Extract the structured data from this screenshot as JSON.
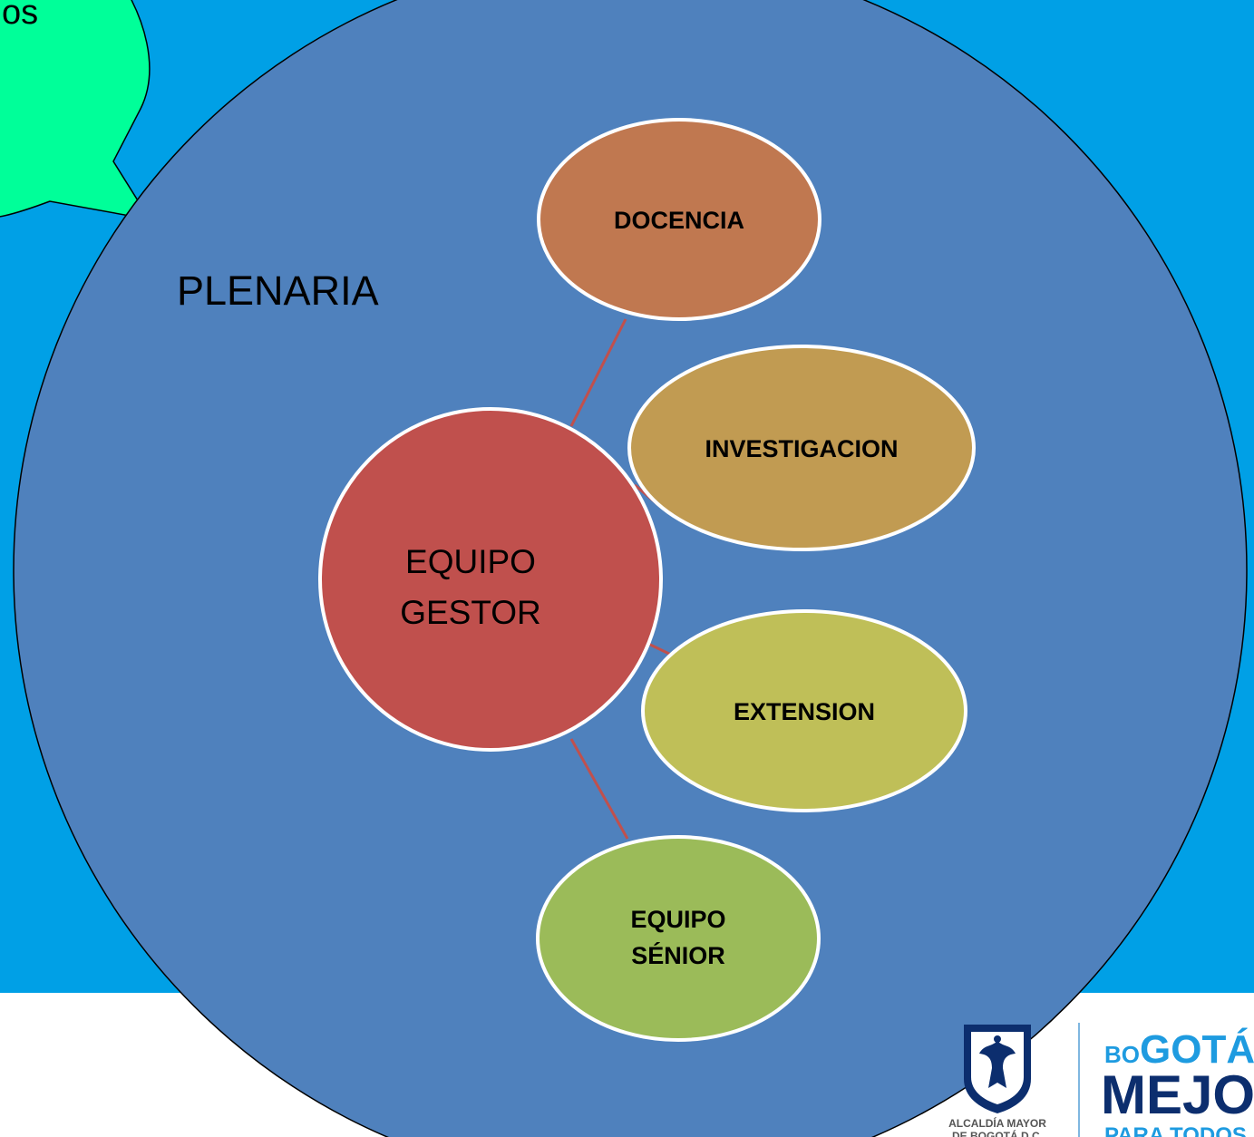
{
  "colors": {
    "background_blue": "#00A0E6",
    "white_band": "#FFFFFF",
    "plenaria_fill": "#4F81BD",
    "callout_fill": "#00FF99",
    "gestor_fill": "#C0504D",
    "docencia_fill": "#C07850",
    "investigacion_fill": "#C19B52",
    "extension_fill": "#BFBF58",
    "senior_fill": "#9BBB59",
    "connector": "#C0504D",
    "logo_blue": "#1E9BE0",
    "logo_navy": "#0C2E6E"
  },
  "callout": {
    "text_fragment": "os"
  },
  "plenaria": {
    "label": "PLENARIA"
  },
  "gestor": {
    "line1": "EQUIPO",
    "line2": "GESTOR"
  },
  "nodes": {
    "docencia": "DOCENCIA",
    "investigacion": "INVESTIGACION",
    "extension": "EXTENSION",
    "senior_line1": "EQUIPO",
    "senior_line2": "SÉNIOR"
  },
  "logos": {
    "alcaldia_line1": "ALCALDÍA MAYOR",
    "alcaldia_line2": "DE BOGOTÁ D.C.",
    "bogota_part1": "BO",
    "bogota_part2": "GOTÁ",
    "mejor": "MEJOR",
    "para_todos": "PARA TODOS",
    "crest_icon": "coat-of-arms-icon"
  }
}
